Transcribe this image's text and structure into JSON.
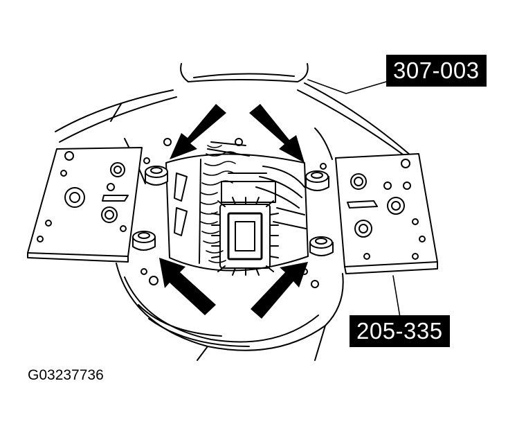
{
  "callouts": {
    "top_tool": "307-003",
    "bottom_tool": "205-335"
  },
  "figure_id": "G03237736",
  "colors": {
    "line": "#000000",
    "background": "#ffffff",
    "callout_bg": "#000000",
    "callout_text": "#ffffff"
  }
}
